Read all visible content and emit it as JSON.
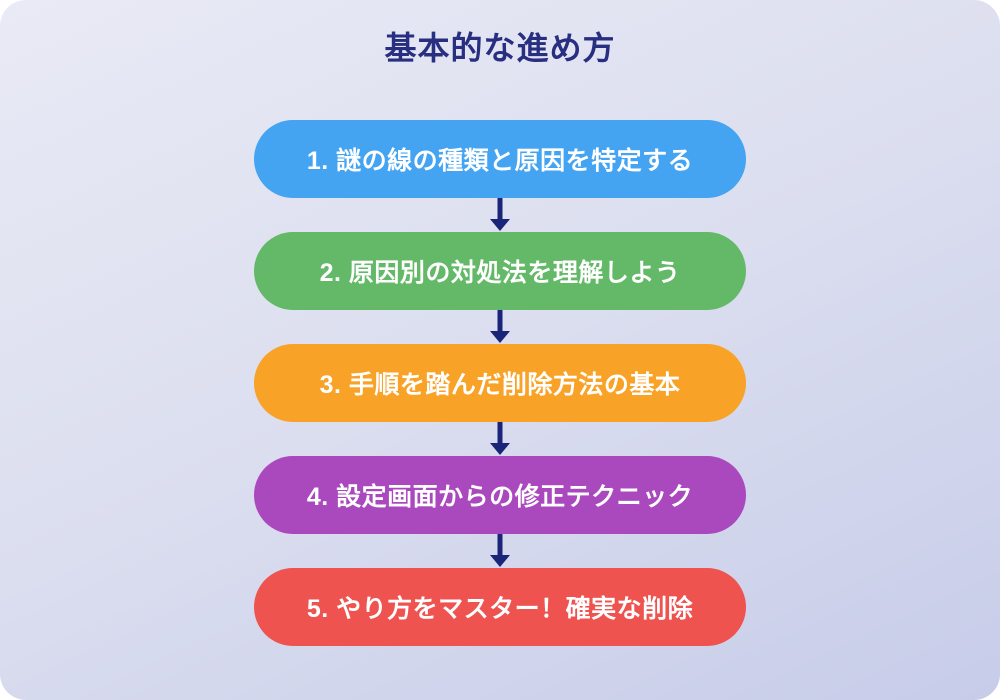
{
  "title": "基本的な進め方",
  "colors": {
    "background_top": "#E9EAF5",
    "background_bottom": "#C7CCE9",
    "title": "#282E80",
    "arrow": "#1A2478",
    "step_text": "#FFFFFF"
  },
  "steps": [
    {
      "label": "1. 謎の線の種類と原因を特定する",
      "color": "#44A4F2"
    },
    {
      "label": "2. 原因別の対処法を理解しよう",
      "color": "#63B968"
    },
    {
      "label": "3. 手順を踏んだ削除方法の基本",
      "color": "#F9A228"
    },
    {
      "label": "4. 設定画面からの修正テクニック",
      "color": "#AA48BE"
    },
    {
      "label": "5. やり方をマスター！確実な削除",
      "color": "#EE5350"
    }
  ]
}
